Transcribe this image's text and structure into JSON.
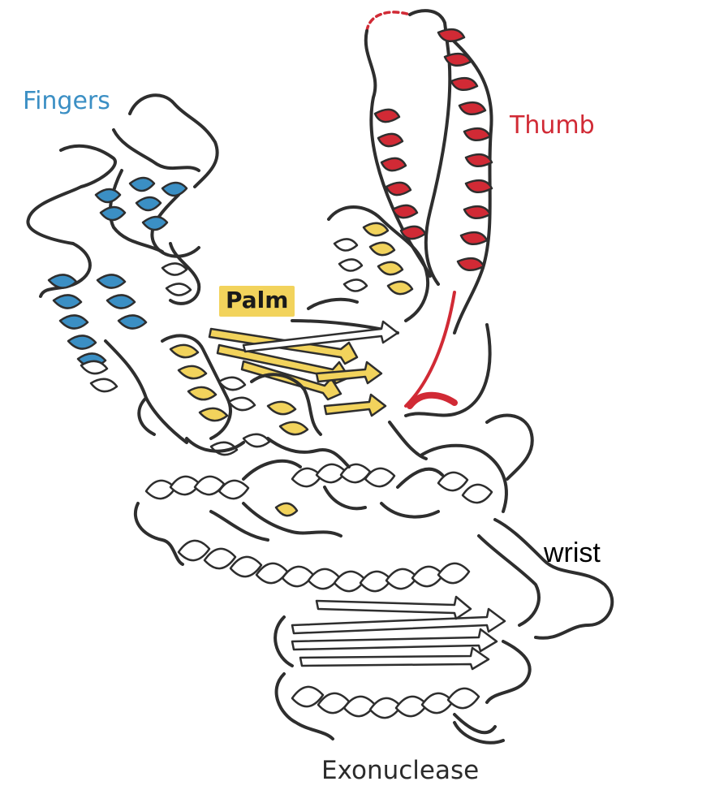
{
  "labels": {
    "fingers": "Fingers",
    "thumb": "Thumb",
    "palm": "Palm",
    "wrist": "wrist",
    "exonuclease": "Exonuclease"
  },
  "colors": {
    "fingers": "#3b8fc4",
    "thumb": "#d12a35",
    "palm": "#f2d35c",
    "backbone": "#2e2e2e",
    "ribbon_white": "#ffffff",
    "text_dark": "#1a1a1a"
  }
}
